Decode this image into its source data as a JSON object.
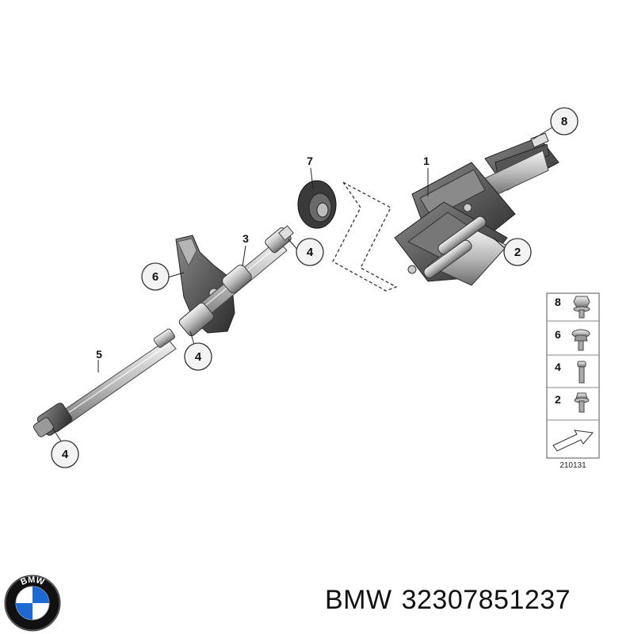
{
  "diagram": {
    "callouts": [
      {
        "id": "c8",
        "text": "8"
      },
      {
        "id": "c7",
        "text": "7"
      },
      {
        "id": "c1",
        "text": "1"
      },
      {
        "id": "c2",
        "text": "2"
      },
      {
        "id": "c3",
        "text": "3"
      },
      {
        "id": "c4a",
        "text": "4"
      },
      {
        "id": "c6",
        "text": "6"
      },
      {
        "id": "c4b",
        "text": "4"
      },
      {
        "id": "c5",
        "text": "5"
      },
      {
        "id": "c4c",
        "text": "4"
      }
    ],
    "legend": {
      "items": [
        {
          "num": "8",
          "part": "bolt-with-washer"
        },
        {
          "num": "6",
          "part": "bolt-with-washer"
        },
        {
          "num": "4",
          "part": "bolt"
        },
        {
          "num": "2",
          "part": "bolt-with-washer"
        }
      ],
      "code": "210131"
    }
  },
  "caption": {
    "brand": "BMW",
    "part_number": "32307851237"
  },
  "logo": {
    "text": "BMW",
    "colors": {
      "blue": "#1c69d4",
      "white": "#ffffff",
      "ring": "#111111"
    }
  }
}
